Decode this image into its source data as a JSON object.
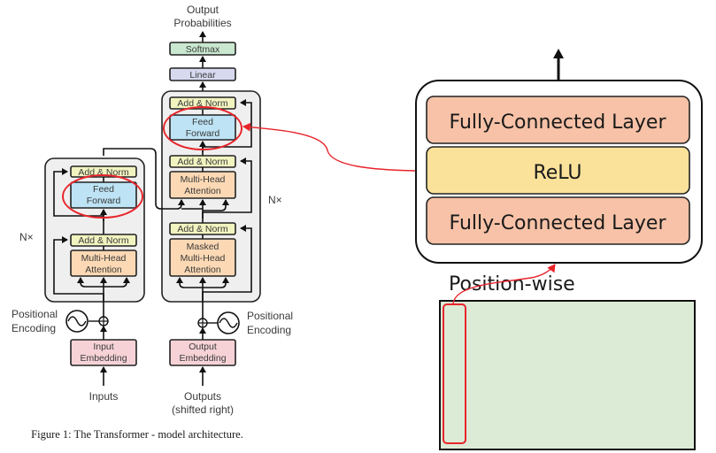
{
  "transformer": {
    "output_label": [
      "Output",
      "Probabilities"
    ],
    "softmax": "Softmax",
    "linear": "Linear",
    "encoder": {
      "nx": "N×",
      "add_norm_top": "Add & Norm",
      "feed_forward": [
        "Feed",
        "Forward"
      ],
      "add_norm_bottom": "Add & Norm",
      "attention": [
        "Multi-Head",
        "Attention"
      ],
      "positional_encoding": [
        "Positional",
        "Encoding"
      ],
      "embedding": [
        "Input",
        "Embedding"
      ],
      "inputs": "Inputs"
    },
    "decoder": {
      "nx": "N×",
      "add_norm_top": "Add & Norm",
      "feed_forward": [
        "Feed",
        "Forward"
      ],
      "add_norm_mid": "Add & Norm",
      "attention": [
        "Multi-Head",
        "Attention"
      ],
      "add_norm_bottom": "Add & Norm",
      "masked_attention": [
        "Masked",
        "Multi-Head",
        "Attention"
      ],
      "positional_encoding": [
        "Positional",
        "Encoding"
      ],
      "embedding": [
        "Output",
        "Embedding"
      ],
      "outputs": [
        "Outputs",
        "(shifted right)"
      ]
    },
    "caption": "Figure 1: The Transformer - model architecture."
  },
  "ffn_detail": {
    "layers": [
      "Fully-Connected Layer",
      "ReLU",
      "Fully-Connected Layer"
    ],
    "position_label": "Position-wise"
  },
  "colors": {
    "highlight": "#e8242b",
    "add_norm": "#f2f4c0",
    "feed_forward": "#bde3f4",
    "attention": "#fcd9b4",
    "embedding": "#f6d2d6",
    "softmax": "#c9e8cf",
    "linear": "#d7d9ef",
    "fc_layer": "#f7c2a7",
    "relu": "#fbe29a",
    "sequence": "#dcebd6",
    "block_bg": "#efefef"
  }
}
